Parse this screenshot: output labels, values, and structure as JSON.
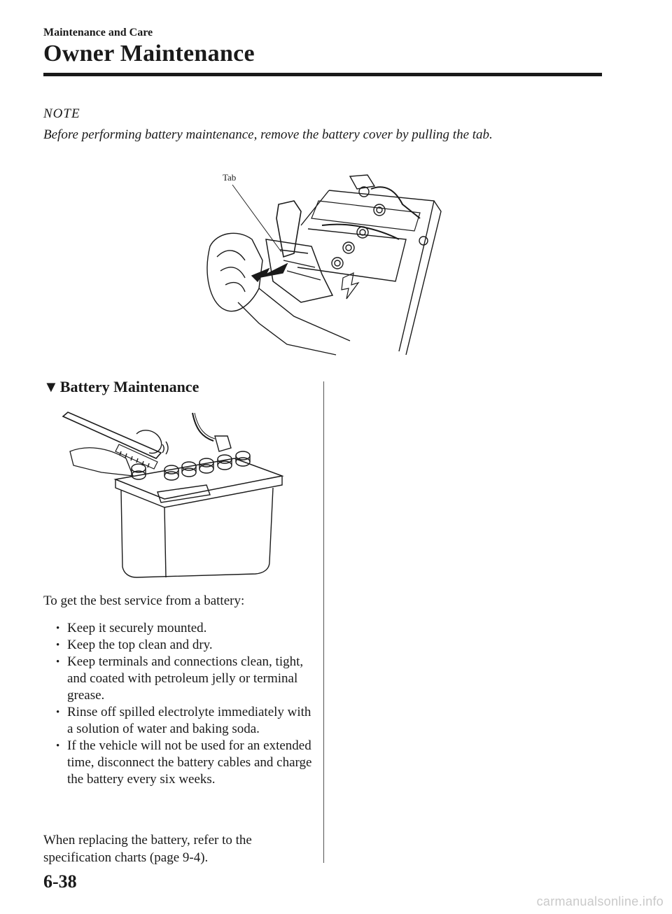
{
  "header": {
    "section": "Maintenance and Care",
    "title": "Owner Maintenance"
  },
  "note": {
    "label": "NOTE",
    "text": "Before performing battery maintenance, remove the battery cover by pulling the tab."
  },
  "figure1": {
    "callout": "Tab"
  },
  "section": {
    "heading_icon": "triangle-down-icon",
    "heading": "Battery Maintenance",
    "intro": "To get the best service from a battery:",
    "bullets": [
      "Keep it securely mounted.",
      "Keep the top clean and dry.",
      "Keep terminals and connections clean, tight, and coated with petroleum jelly or terminal grease.",
      "Rinse off spilled electrolyte immediately with a solution of water and baking soda.",
      "If the vehicle will not be used for an extended time, disconnect the battery cables and charge the battery every six weeks."
    ],
    "closing": "When replacing the battery, refer to the specification charts (page 9-4)."
  },
  "footer": {
    "page_number": "6-38",
    "watermark": "carmanualsonline.info"
  }
}
